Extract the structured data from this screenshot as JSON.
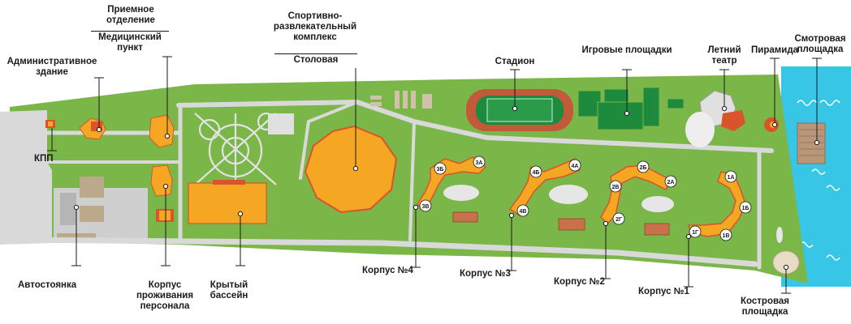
{
  "labels": {
    "reception": "Приемное отделение",
    "medical": "Медицинский пункт",
    "admin": "Административное здание",
    "kpp": "КПП",
    "sport_complex": "Спортивно-развлекательный комплекс",
    "canteen": "Столовая",
    "stadium": "Стадион",
    "playgrounds": "Игровые площадки",
    "summer_theatre": "Летний театр",
    "pyramid": "Пирамида",
    "viewpoint": "Смотровая площадка",
    "parking": "Автостоянка",
    "staff_housing": "Корпус проживания персонала",
    "pool": "Крытый бассейн",
    "korpus4": "Корпус №4",
    "korpus3": "Корпус №3",
    "korpus2": "Корпус №2",
    "korpus1": "Корпус №1",
    "bonfire": "Костровая площадка"
  },
  "building_tags": [
    "3Б",
    "3А",
    "3В",
    "4Б",
    "4А",
    "4В",
    "2Б",
    "2А",
    "2В",
    "2Г",
    "1А",
    "1Б",
    "1В",
    "1Г"
  ],
  "colors": {
    "grass": "#7ab648",
    "path": "#d9d9d9",
    "building": "#f5a623",
    "roof_red": "#d9542b",
    "field": "#1e8a3e",
    "track": "#c25a3a",
    "water": "#38c6e6"
  }
}
